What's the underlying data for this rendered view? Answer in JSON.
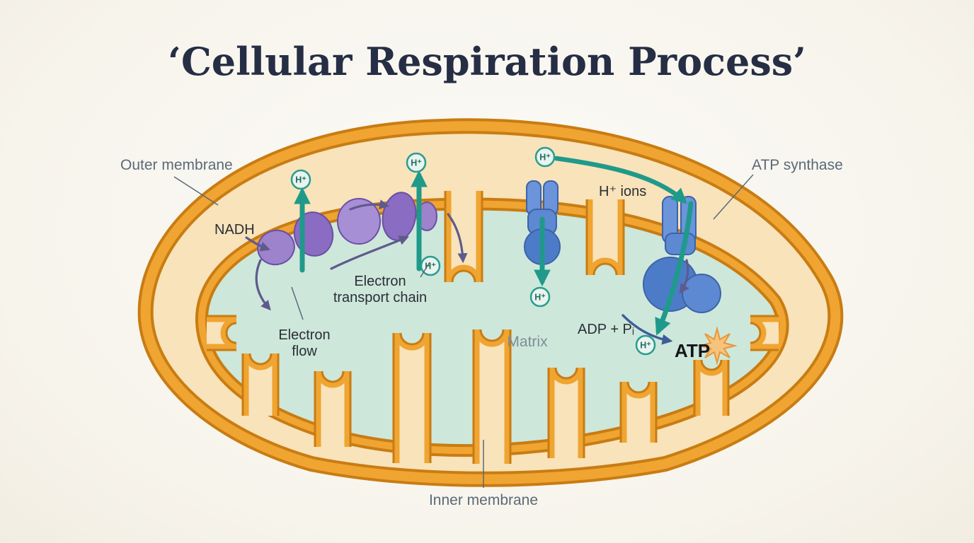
{
  "title": "‘Cellular Respiration Process’",
  "labels": {
    "outer_membrane": "Outer membrane",
    "inner_membrane": "Inner membrane",
    "matrix": "Matrix",
    "nadh": "NADH",
    "etc_line1": "Electron",
    "etc_line2": "transport chain",
    "electron_flow_line1": "Electron",
    "electron_flow_line2": "flow",
    "atp_synthase": "ATP synthase",
    "h_ions": "H⁺ ions",
    "adp_pi": "ADP + Pᵢ",
    "atp": "ATP",
    "h_plus": "H⁺"
  },
  "colors": {
    "background": "#f7f4ec",
    "title": "#252e44",
    "membrane_dark": "#c87c12",
    "membrane_light": "#f0a431",
    "intermembrane_space": "#f8e3ba",
    "matrix_fill": "#cde7db",
    "etc_purple": "#9a7fce",
    "synthase_blue": "#5c86cf",
    "proton_teal": "#1f9a8a",
    "electron_purple": "#5f5a8c",
    "adp_arrow_blue": "#3d5c99",
    "label_gray": "#5a6a78",
    "label_dark": "#2b2e35",
    "starburst": "#e8973a"
  }
}
